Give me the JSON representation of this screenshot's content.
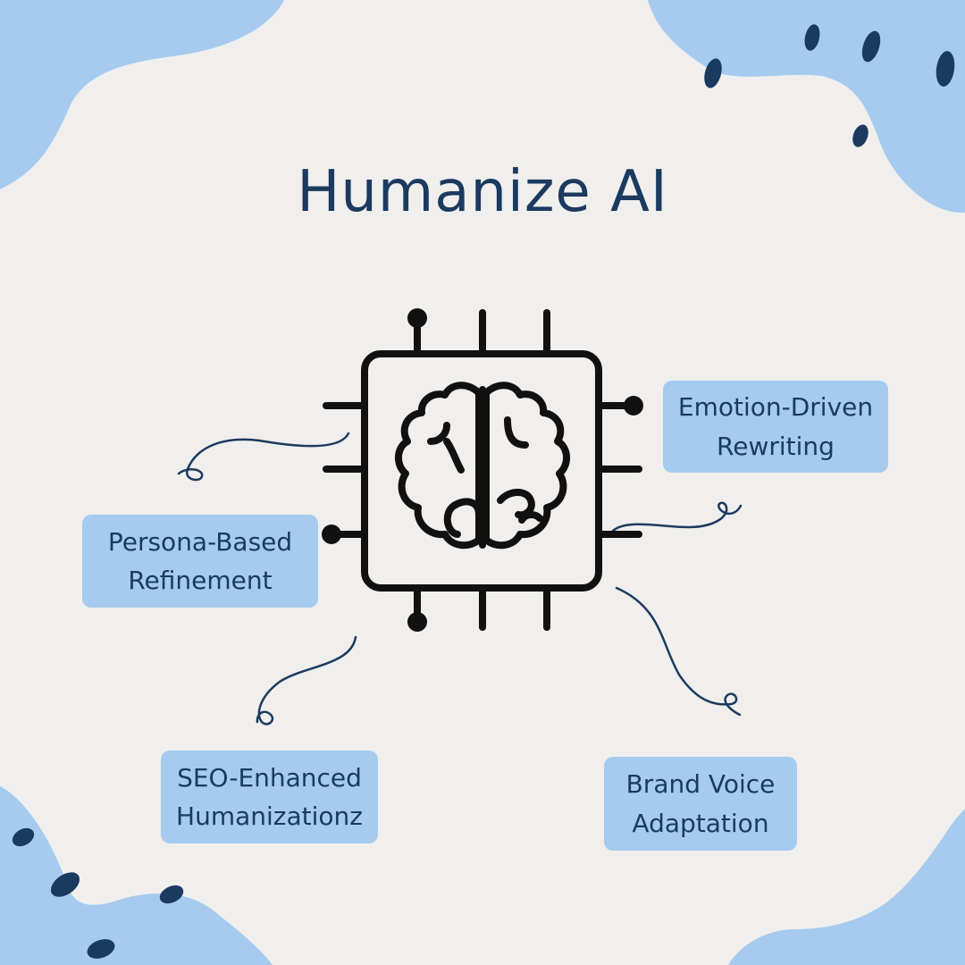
{
  "title": "Humanize AI",
  "colors": {
    "background": "#f0efed",
    "blob": "#a6cbef",
    "dots": "#1b3a5f",
    "text": "#1b3a5f",
    "chip_stroke": "#111111",
    "label_bg": "#a6cbef",
    "connector": "#1b3a5f"
  },
  "center_icon": "ai-chip-brain-icon",
  "features": [
    {
      "id": "emotion",
      "lines": [
        "Emotion-Driven",
        "Rewriting"
      ]
    },
    {
      "id": "persona",
      "lines": [
        "Persona-Based",
        "Refinement"
      ]
    },
    {
      "id": "seo",
      "lines": [
        "SEO-Enhanced",
        "Humanizationz"
      ]
    },
    {
      "id": "brand",
      "lines": [
        "Brand Voice",
        "Adaptation"
      ]
    }
  ]
}
